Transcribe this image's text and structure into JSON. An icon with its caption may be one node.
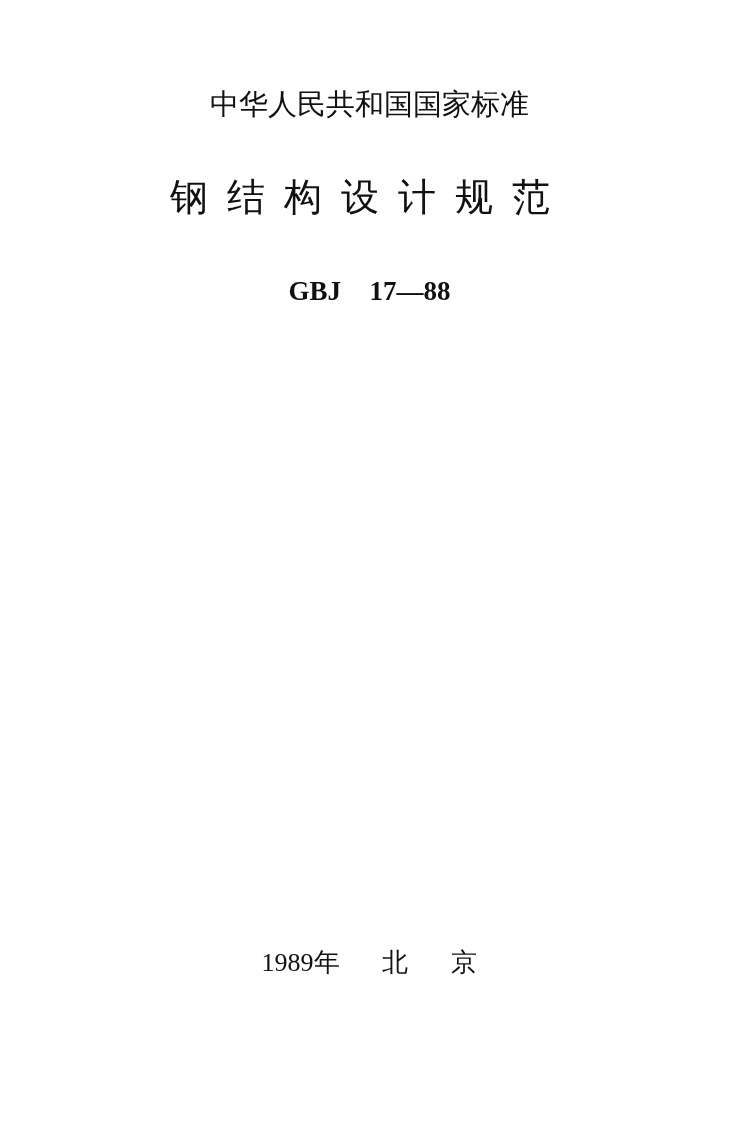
{
  "diagram": {
    "title": "钢结构设计规范",
    "labels": [
      "中华人民共和国国家标准",
      "GBJ 17—88",
      "1989年 北 京"
    ]
  }
}
